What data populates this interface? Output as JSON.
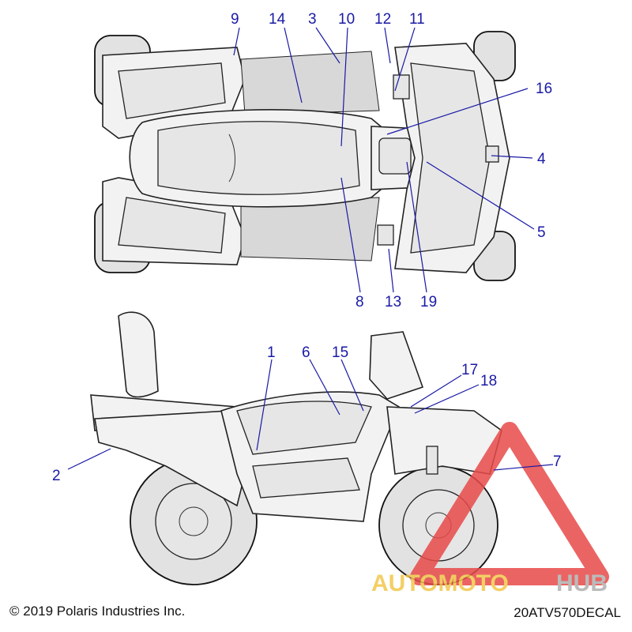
{
  "callouts": [
    {
      "id": "c1",
      "label": "1"
    },
    {
      "id": "c2",
      "label": "2"
    },
    {
      "id": "c3",
      "label": "3"
    },
    {
      "id": "c4",
      "label": "4"
    },
    {
      "id": "c5",
      "label": "5"
    },
    {
      "id": "c6",
      "label": "6"
    },
    {
      "id": "c7",
      "label": "7"
    },
    {
      "id": "c8",
      "label": "8"
    },
    {
      "id": "c9",
      "label": "9"
    },
    {
      "id": "c10",
      "label": "10"
    },
    {
      "id": "c11",
      "label": "11"
    },
    {
      "id": "c12",
      "label": "12"
    },
    {
      "id": "c13",
      "label": "13"
    },
    {
      "id": "c14",
      "label": "14"
    },
    {
      "id": "c15",
      "label": "15"
    },
    {
      "id": "c16",
      "label": "16"
    },
    {
      "id": "c17",
      "label": "17"
    },
    {
      "id": "c18",
      "label": "18"
    },
    {
      "id": "c19",
      "label": "19"
    }
  ],
  "watermark": {
    "text_a": "AUTOMOTO",
    "text_b": "HUB",
    "color_a": "#f2c74a",
    "color_b": "#b0b0b0",
    "triangle_color": "#e84a4a"
  },
  "footer": {
    "copyright": "© 2019 Polaris Industries Inc.",
    "drawing_code": "20ATV570DECAL"
  },
  "colors": {
    "callout": "#1a1aa6",
    "line": "#222222"
  }
}
